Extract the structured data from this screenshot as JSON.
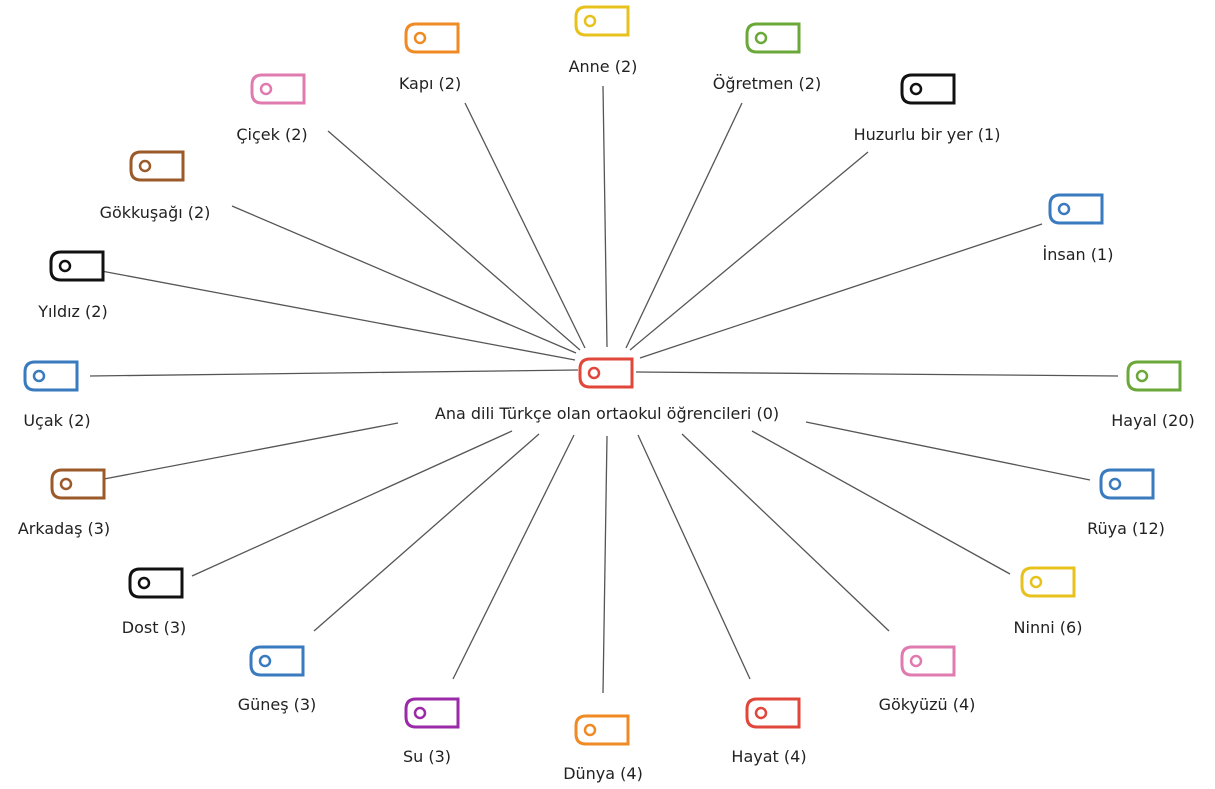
{
  "diagram": {
    "center": {
      "label": "Ana dili Türkçe olan ortaokul öğrencileri (0)",
      "color": "#e0463a",
      "icon": "tag-icon"
    },
    "nodes": [
      {
        "label": "Anne (2)",
        "color": "#e8c21c",
        "icon": "tag-icon"
      },
      {
        "label": "Kapı (2)",
        "color": "#ef8a25",
        "icon": "tag-icon"
      },
      {
        "label": "Öğretmen (2)",
        "color": "#6aa83a",
        "icon": "tag-icon"
      },
      {
        "label": "Çiçek (2)",
        "color": "#e07bb0",
        "icon": "tag-icon"
      },
      {
        "label": "Huzurlu bir yer (1)",
        "color": "#111111",
        "icon": "tag-icon"
      },
      {
        "label": "Gökkuşağı (2)",
        "color": "#9b5a2a",
        "icon": "tag-icon"
      },
      {
        "label": "İnsan (1)",
        "color": "#3a7abf",
        "icon": "tag-icon"
      },
      {
        "label": "Yıldız (2)",
        "color": "#111111",
        "icon": "tag-icon"
      },
      {
        "label": "Uçak (2)",
        "color": "#3a7abf",
        "icon": "tag-icon"
      },
      {
        "label": "Hayal (20)",
        "color": "#6aa83a",
        "icon": "tag-icon"
      },
      {
        "label": "Arkadaş (3)",
        "color": "#9b5a2a",
        "icon": "tag-icon"
      },
      {
        "label": "Rüya (12)",
        "color": "#3a7abf",
        "icon": "tag-icon"
      },
      {
        "label": "Dost (3)",
        "color": "#111111",
        "icon": "tag-icon"
      },
      {
        "label": "Ninni (6)",
        "color": "#e8c21c",
        "icon": "tag-icon"
      },
      {
        "label": "Güneş (3)",
        "color": "#3a7abf",
        "icon": "tag-icon"
      },
      {
        "label": "Gökyüzü (4)",
        "color": "#e07bb0",
        "icon": "tag-icon"
      },
      {
        "label": "Su (3)",
        "color": "#9b2aa8",
        "icon": "tag-icon"
      },
      {
        "label": "Hayat (4)",
        "color": "#e0463a",
        "icon": "tag-icon"
      },
      {
        "label": "Dünya (4)",
        "color": "#ef8a25",
        "icon": "tag-icon"
      }
    ]
  }
}
